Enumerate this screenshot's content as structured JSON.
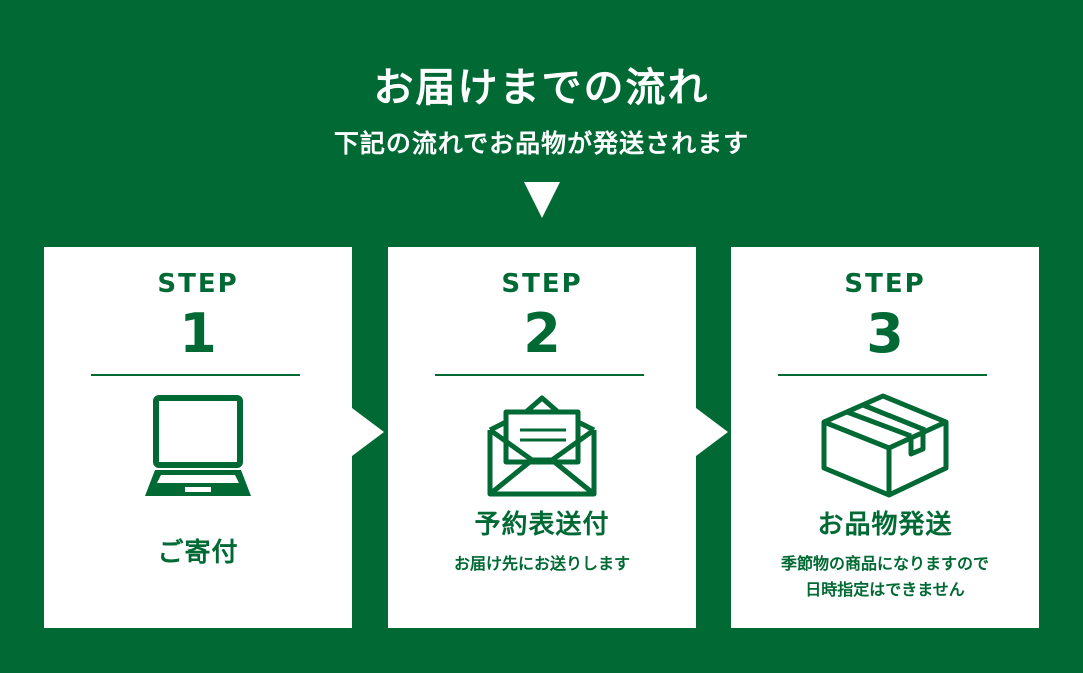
{
  "header": {
    "title": "お届けまでの流れ",
    "subtitle": "下記の流れでお品物が発送されます",
    "down_arrow_icon": "down-triangle-icon"
  },
  "colors": {
    "background": "#006934",
    "card": "#ffffff",
    "accent": "#006934"
  },
  "steps": [
    {
      "label": "STEP",
      "number": "1",
      "icon": "laptop-icon",
      "title": "ご寄付",
      "description": []
    },
    {
      "label": "STEP",
      "number": "2",
      "icon": "envelope-letter-icon",
      "title": "予約表送付",
      "description": [
        "お届け先にお送りします"
      ]
    },
    {
      "label": "STEP",
      "number": "3",
      "icon": "cardboard-box-icon",
      "title": "お品物発送",
      "description": [
        "季節物の商品になりますので",
        "日時指定はできません"
      ]
    }
  ],
  "connectors": [
    "right-triangle-icon",
    "right-triangle-icon"
  ]
}
